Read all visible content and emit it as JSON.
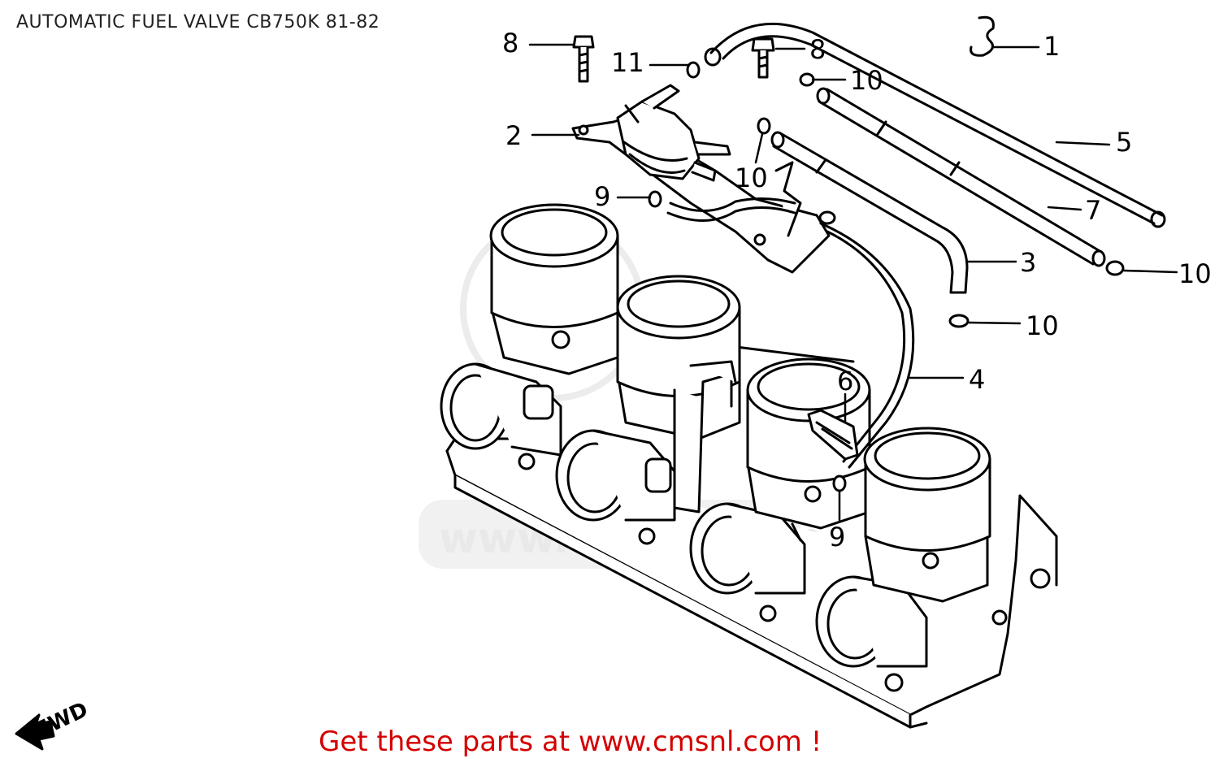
{
  "title": "AUTOMATIC FUEL VALVE CB750K 81-82",
  "footer": "Get these parts at www.cmsnl.com !",
  "watermark": "www.cmsnl.com",
  "direction_label": "FWD",
  "callouts": [
    {
      "id": "c8a",
      "label": "8"
    },
    {
      "id": "c11",
      "label": "11"
    },
    {
      "id": "c8b",
      "label": "8"
    },
    {
      "id": "c1",
      "label": "1"
    },
    {
      "id": "c10a",
      "label": "10"
    },
    {
      "id": "c2",
      "label": "2"
    },
    {
      "id": "c5",
      "label": "5"
    },
    {
      "id": "c10b",
      "label": "10"
    },
    {
      "id": "c9a",
      "label": "9"
    },
    {
      "id": "c7",
      "label": "7"
    },
    {
      "id": "c3",
      "label": "3"
    },
    {
      "id": "c10c",
      "label": "10"
    },
    {
      "id": "c10d",
      "label": "10"
    },
    {
      "id": "c4",
      "label": "4"
    },
    {
      "id": "c6",
      "label": "6"
    },
    {
      "id": "c9b",
      "label": "9"
    }
  ],
  "colors": {
    "line": "#000000",
    "footer_text": "#d40000",
    "watermark": "#e9e9e9"
  }
}
